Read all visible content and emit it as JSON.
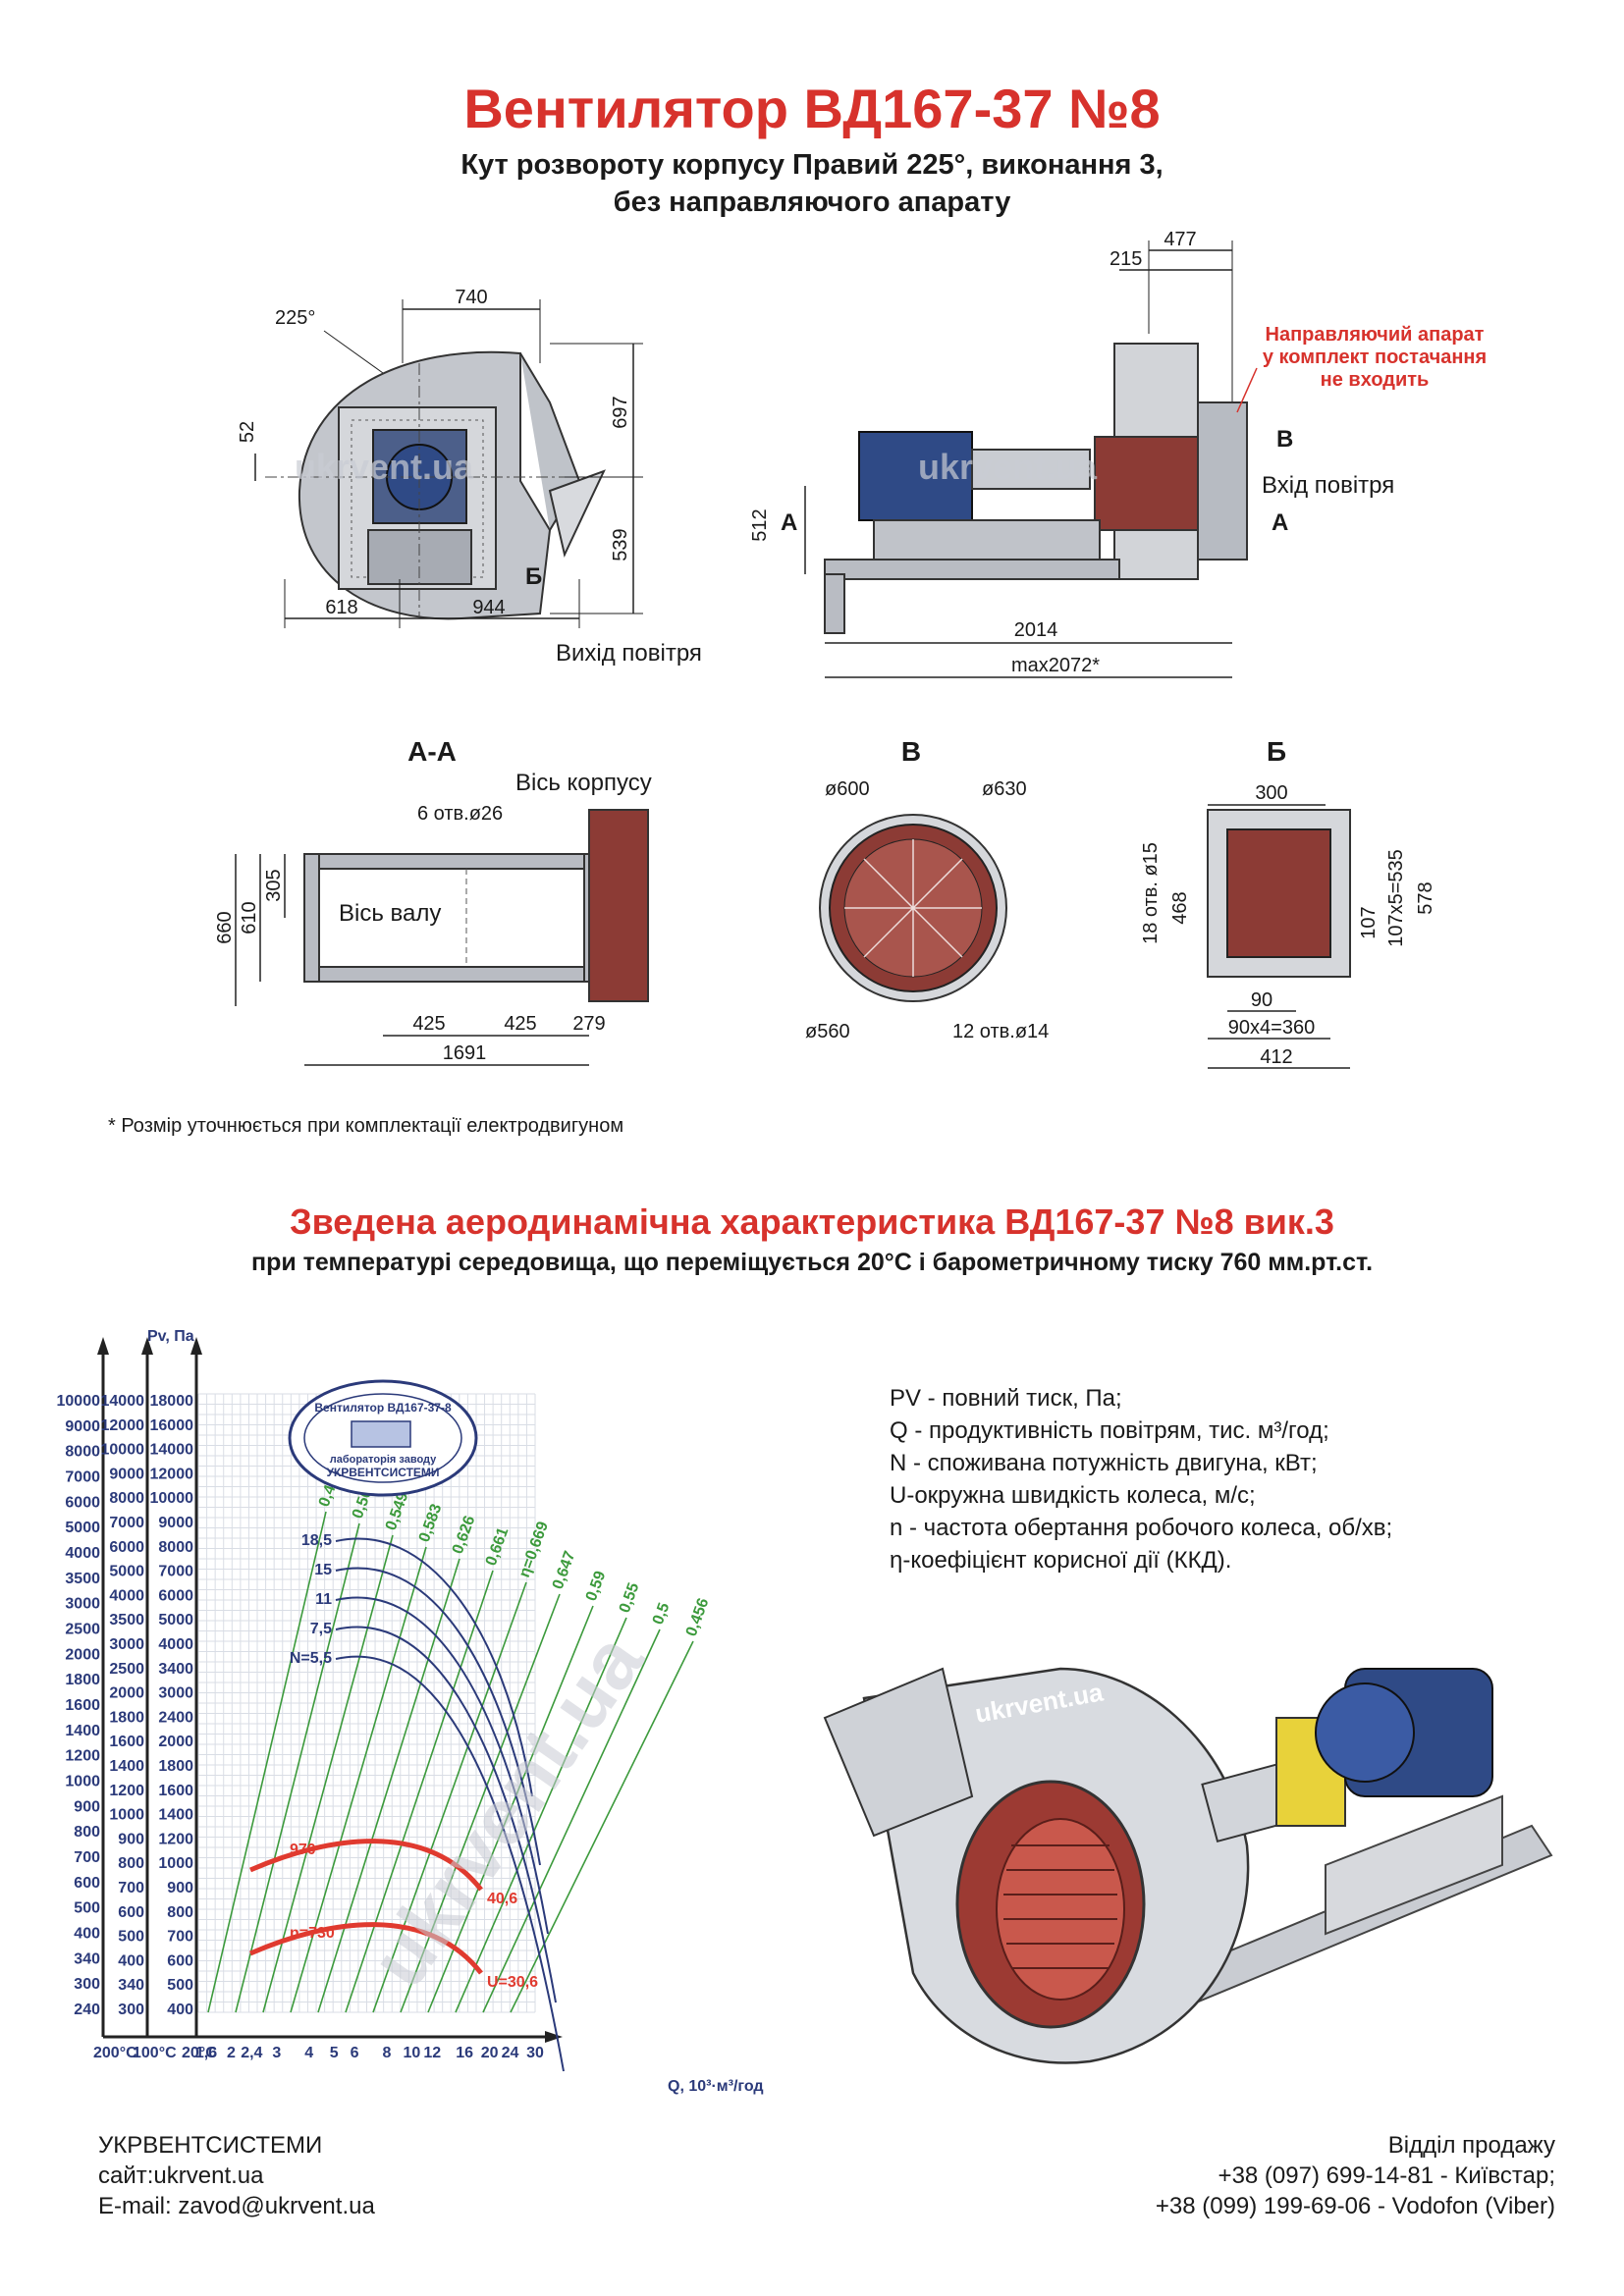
{
  "header": {
    "title": "Вентилятор  ВД167-37 №8",
    "subtitle_1": "Кут розвороту корпусу Правий 225°, виконання 3,",
    "subtitle_2": "без направляючого апарату"
  },
  "front_view": {
    "angle": "225°",
    "dim_top": "740",
    "dim_upper": "697",
    "dim_lower": "539",
    "dim_left": "52",
    "dim_bottom_left": "618",
    "dim_bottom_right": "944",
    "label_b": "Б",
    "outlet": "Вихід повітря"
  },
  "side_view": {
    "dim_215": "215",
    "dim_477": "477",
    "dim_512": "512",
    "dim_2014": "2014",
    "dim_max": "max2072*",
    "label_a": "А",
    "label_v": "В",
    "inlet": "Вхід повітря",
    "note_1": "Направляючий апарат",
    "note_2": "у комплект постачання",
    "note_3": "не входить"
  },
  "section_aa": {
    "name": "А-А",
    "axis_body": "Вісь корпусу",
    "holes": "6 отв.ø26",
    "axis_shaft": "Вісь валу",
    "dim_660": "660",
    "dim_610": "610",
    "dim_305": "305",
    "dim_425a": "425",
    "dim_425b": "425",
    "dim_279": "279",
    "dim_1691": "1691"
  },
  "section_v": {
    "name": "В",
    "d600": "ø600",
    "d630": "ø630",
    "d560": "ø560",
    "holes": "12 отв.ø14"
  },
  "section_b": {
    "name": "Б",
    "dim_300": "300",
    "holes": "18 отв. ø15",
    "dim_468": "468",
    "dim_107": "107",
    "dim_107x5": "107x5=535",
    "dim_578": "578",
    "dim_90": "90",
    "dim_90x4": "90x4=360",
    "dim_412": "412"
  },
  "footnote": "* Розмір уточнюється при комплектації електродвигуном",
  "chart_section": {
    "title": "Зведена аеродинамічна характеристика ВД167-37 №8 вик.3",
    "subtitle": "при температурі середовища, що переміщується 20°С і барометричному тиску 760 мм.рт.ст."
  },
  "chart_data": {
    "type": "line",
    "ylabel": "Pv, Па",
    "xlabel": "Q, 10³·м³/год",
    "x_ticks": [
      "1,6",
      "2",
      "2,4",
      "3",
      "4",
      "5",
      "6",
      "8",
      "10",
      "12",
      "16",
      "20",
      "24",
      "30"
    ],
    "x_temp_labels": [
      "200°C",
      "100°C",
      "20°C"
    ],
    "y_axis_200C": [
      "10000",
      "9000",
      "8000",
      "7000",
      "6000",
      "5000",
      "4000",
      "3500",
      "3000",
      "2500",
      "2000",
      "1800",
      "1600",
      "1400",
      "1200",
      "1000",
      "900",
      "800",
      "700",
      "600",
      "500",
      "400",
      "340",
      "300",
      "240"
    ],
    "y_axis_100C": [
      "14000",
      "12000",
      "10000",
      "9000",
      "8000",
      "7000",
      "6000",
      "5000",
      "4000",
      "3500",
      "3000",
      "2500",
      "2000",
      "1800",
      "1600",
      "1400",
      "1200",
      "1000",
      "900",
      "800",
      "700",
      "600",
      "500",
      "400",
      "340",
      "300"
    ],
    "y_axis_20C": [
      "18000",
      "16000",
      "14000",
      "12000",
      "10000",
      "9000",
      "8000",
      "7000",
      "6000",
      "5000",
      "4000",
      "3400",
      "3000",
      "2400",
      "2000",
      "1800",
      "1600",
      "1400",
      "1200",
      "1000",
      "900",
      "800",
      "700",
      "600",
      "500",
      "400"
    ],
    "power_labels": [
      "18,5",
      "15",
      "11",
      "7,5",
      "N=5,5"
    ],
    "efficiency_labels": [
      "0,4",
      "0,502",
      "0,549",
      "0,583",
      "0,626",
      "0,661",
      "η=0,669",
      "0,647",
      "0,59",
      "0,55",
      "0,5",
      "0,456"
    ],
    "speed_series": [
      {
        "name": "970",
        "end_label": "40,6"
      },
      {
        "name": "n=730",
        "end_label": "U=30,6"
      }
    ],
    "grid": true
  },
  "stamp": {
    "line_1": "Вентилятор ВД167-37-8",
    "line_2": "лабораторія заводу",
    "line_3": "УКРВЕНТСИСТЕМИ"
  },
  "legend": [
    "PV - повний тиск, Па;",
    "Q - продуктивність повітрям, тис. м³/год;",
    "N - споживана потужність двигуна, кВт;",
    "U-окружна швидкість колеса, м/с;",
    "n - частота обертання робочого колеса, об/хв;",
    "η-коефіцієнт корисної дії (ККД)."
  ],
  "watermark": "ukrvent.ua",
  "footer": {
    "company": "УКРВЕНТСИСТЕМИ",
    "site": "сайт:ukrvent.ua",
    "email": "E-mail: zavod@ukrvent.ua",
    "sales": "Відділ продажу",
    "phone_1": "+38 (097) 699-14-81 - Київстар;",
    "phone_2": "+38 (099) 199-69-06 - Vodofon (Viber)"
  },
  "colors": {
    "title_red": "#d7322c",
    "curve_blue": "#2b3a7a",
    "curve_green": "#3c9a3c",
    "curve_red": "#e03a2f",
    "metal": "#b7bbc2",
    "duct_red": "#8c3b35"
  }
}
